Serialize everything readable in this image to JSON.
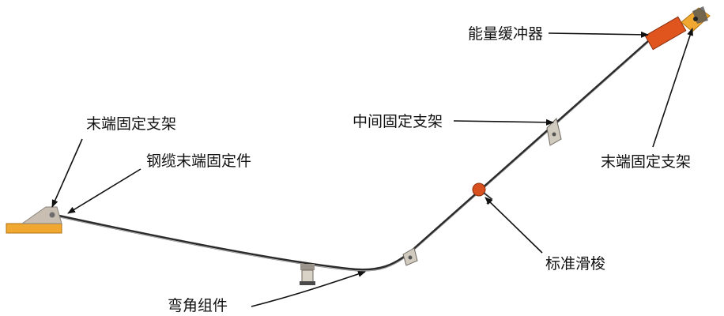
{
  "labels": {
    "energy_buffer": "能量缓冲器",
    "end_support_left": "末端固定支架",
    "cable_end_fixture": "钢缆末端固定件",
    "middle_support": "中间固定支架",
    "end_support_right": "末端固定支架",
    "standard_slider": "标准滑梭",
    "bend_assembly": "弯角组件"
  },
  "colors": {
    "cable": "#2a2a2a",
    "bracket_yellow": "#f0a830",
    "buffer_orange": "#e0551e",
    "bracket_gray": "#b9b2a8",
    "slider_orange": "#d9501f",
    "arrow": "#111111"
  }
}
